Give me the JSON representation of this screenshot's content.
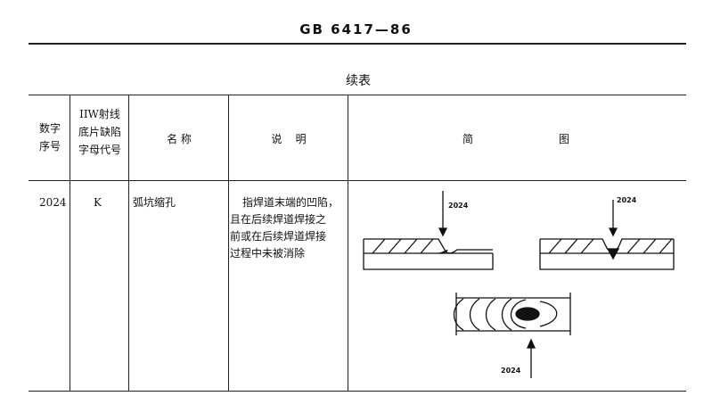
{
  "standard_code": "GB 6417—86",
  "continuation_label": "续表",
  "table": {
    "headers": {
      "number": [
        "数字",
        "序号"
      ],
      "iiw_code": [
        "IIW射线",
        "底片缺陷",
        "字母代号"
      ],
      "name": "名 称",
      "explanation": "说    明",
      "diagram_left": "简",
      "diagram_right": "图"
    },
    "row": {
      "number": "2024",
      "iiw_code": "K",
      "name": "弧坑缩孔",
      "explanation_lines": [
        "指焊道末端的凹陷，",
        "且在后续焊道焊接之",
        "前或在后续焊道焊接",
        "过程中未被消除"
      ],
      "diagram_labels": [
        "2024",
        "2024",
        "2024"
      ]
    }
  }
}
